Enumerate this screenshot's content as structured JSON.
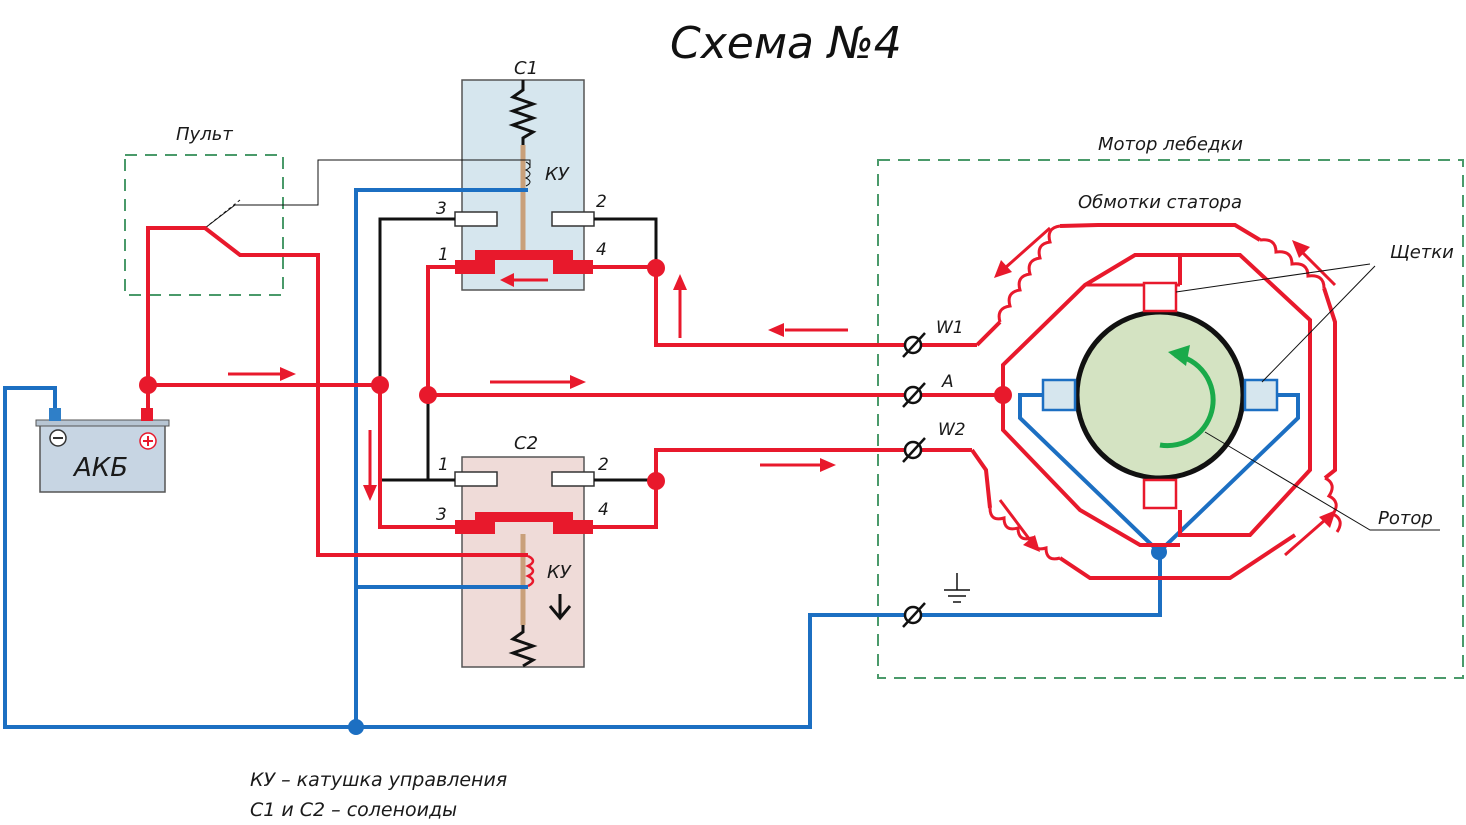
{
  "title": "Схема №4",
  "labels": {
    "remote": "Пульт",
    "motor": "Мотор лебедки",
    "stator": "Обмотки статора",
    "brushes": "Щетки",
    "rotor": "Ротор",
    "battery": "АКБ",
    "solenoid1": "С1",
    "solenoid2": "С2",
    "coil1": "КУ",
    "coil2": "КУ",
    "terminal_w1": "W1",
    "terminal_a": "A",
    "terminal_w2": "W2",
    "c1_pin3": "3",
    "c1_pin2": "2",
    "c1_pin1": "1",
    "c1_pin4": "4",
    "c2_pin1": "1",
    "c2_pin2": "2",
    "c2_pin3": "3",
    "c2_pin4": "4"
  },
  "legend": {
    "line1": "КУ – катушка управления",
    "line2": "С1 и С2 – соленоиды"
  },
  "colors": {
    "positive": "#e8192c",
    "negative": "#1c6fc2",
    "control": "#111111",
    "frame": "#4a9a6a",
    "solenoid1_fill": "#d6e6ee",
    "solenoid2_fill": "#efdbd8",
    "rotor_fill": "#d4e3c2",
    "rotation_arrow": "#1aaa4a"
  }
}
